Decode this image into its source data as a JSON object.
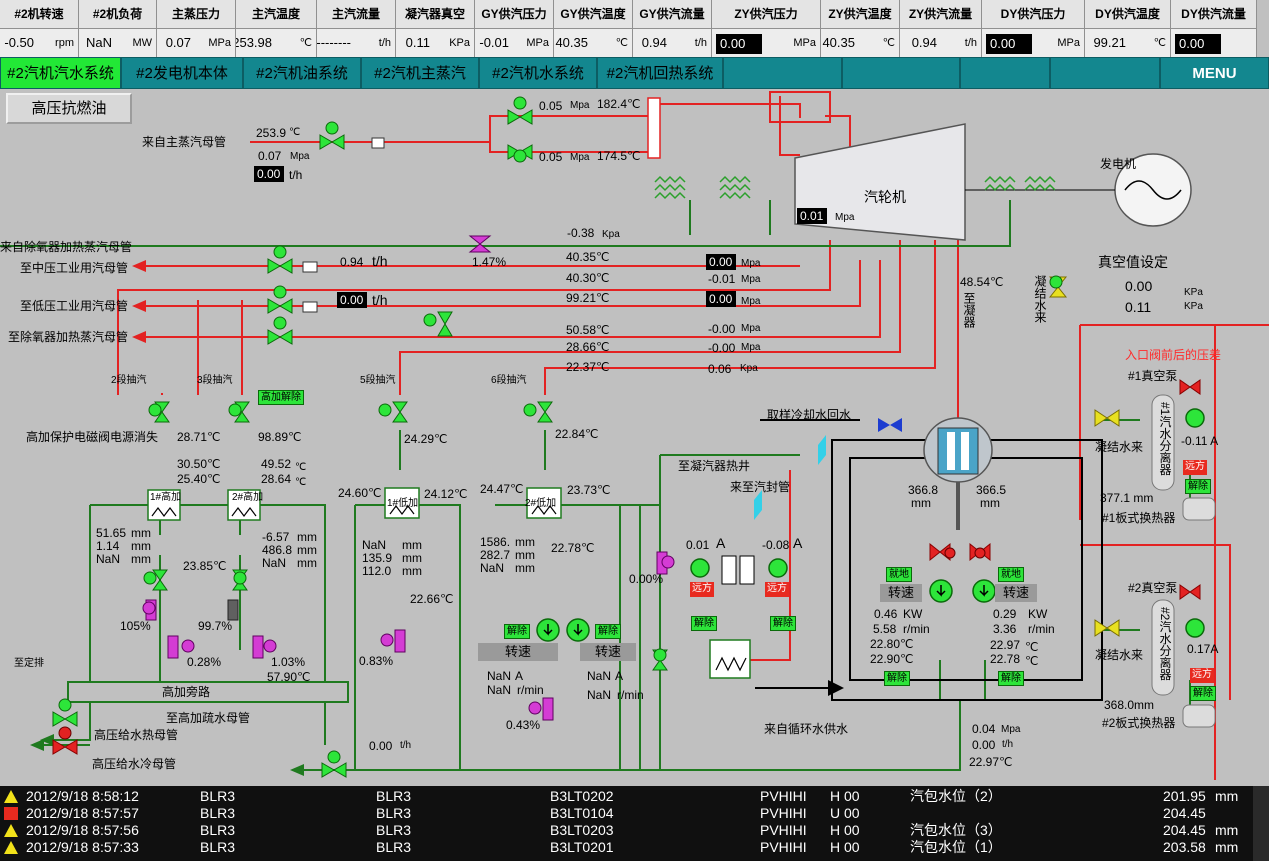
{
  "header": {
    "cols": [
      {
        "label": "#2机转速",
        "value": "-0.50",
        "unit": "rpm",
        "boxed": false
      },
      {
        "label": "#2机负荷",
        "value": "NaN",
        "unit": "MW",
        "boxed": false
      },
      {
        "label": "主蒸压力",
        "value": "0.07",
        "unit": "MPa",
        "boxed": false
      },
      {
        "label": "主汽温度",
        "value": "253.98",
        "unit": "℃",
        "boxed": false
      },
      {
        "label": "主汽流量",
        "value": "--------",
        "unit": "t/h",
        "boxed": false
      },
      {
        "label": "凝汽器真空",
        "value": "0.11",
        "unit": "KPa",
        "boxed": false
      },
      {
        "label": "GY供汽压力",
        "value": "-0.01",
        "unit": "MPa",
        "boxed": false
      },
      {
        "label": "GY供汽温度",
        "value": "40.35",
        "unit": "℃",
        "boxed": false
      },
      {
        "label": "GY供汽流量",
        "value": "0.94",
        "unit": "t/h",
        "boxed": false
      },
      {
        "label": "ZY供汽压力",
        "value": "0.00",
        "unit": "MPa",
        "boxed": true
      },
      {
        "label": "ZY供汽温度",
        "value": "40.35",
        "unit": "℃",
        "boxed": false
      },
      {
        "label": "ZY供汽流量",
        "value": "0.94",
        "unit": "t/h",
        "boxed": false
      },
      {
        "label": "DY供汽压力",
        "value": "0.00",
        "unit": "MPa",
        "boxed": true
      },
      {
        "label": "DY供汽温度",
        "value": "99.21",
        "unit": "℃",
        "boxed": false
      },
      {
        "label": "DY供汽流量",
        "value": "0.00",
        "unit": "",
        "boxed": true
      }
    ]
  },
  "nav": {
    "tabs": [
      "#2汽机汽水系统",
      "#2发电机本体",
      "#2汽机油系统",
      "#2汽机主蒸汽",
      "#2汽机水系统",
      "#2汽机回热系统",
      "",
      "",
      "",
      ""
    ],
    "menu": "MENU"
  },
  "controls": {
    "hp_fuel_button": "高压抗燃油"
  },
  "diagram": {
    "labels": {
      "main_steam_header": "来自主蒸汽母管",
      "turbine": "汽轮机",
      "generator": "发电机",
      "deaerator_heating_in": "来自除氧器加热蒸汽母管",
      "to_mid_pressure": "至中压工业用汽母管",
      "to_low_pressure": "至低压工业用汽母管",
      "to_deaerator": "至除氧器加热蒸汽母管",
      "ext2": "2段抽汽",
      "ext3": "3段抽汽",
      "ext5": "5段抽汽",
      "ext6": "6段抽汽",
      "hp_valve_power_lost": "高加保护电磁阀电源消失",
      "hp_heater1": "1#高加",
      "hp_heater2": "2#高加",
      "lp_heater1": "1#低加",
      "lp_heater2": "2#低加",
      "to_fixed_drain": "至定排",
      "hp_bypass": "高加旁路",
      "to_hp_drain_header": "至高加疏水母管",
      "hp_feedwater_hot": "高压给水热母管",
      "hp_feedwater_cold": "高压给水冷母管",
      "vacuum_setpoint": "真空值设定",
      "condensate_in": "凝结水来",
      "to_condenser_vert": "至凝器",
      "cooling_return": "取样冷却水回水",
      "to_condenser_well": "至凝汽器热井",
      "to_gland_seal": "来至汽封管",
      "circ_water_supply": "来自循环水供水",
      "pressure_diff_inlet": "入口阀前后的压差",
      "vac_pump1": "#1真空泵",
      "vac_pump2": "#2真空泵",
      "plate_hx1": "#1板式换热器",
      "plate_hx2": "#2板式换热器",
      "separator1": "#1汽水分离器",
      "separator2": "#2汽水分离器",
      "speed": "转速",
      "local": "就地",
      "release": "解除",
      "remote": "远方",
      "hp_release": "高加解除"
    },
    "values": {
      "ms_temp": "253.9",
      "ms_temp_unit": "℃",
      "ms_press": "0.07",
      "ms_press_unit": "Mpa",
      "ms_flow": "0.00",
      "ms_flow_unit": "t/h",
      "v1_press": "0.05",
      "v1_press_unit": "Mpa",
      "v1_temp": "182.4℃",
      "v2_press": "0.05",
      "v2_press_unit": "Mpa",
      "v2_temp": "174.5℃",
      "turbine_press": "0.01",
      "turbine_press_unit": "Mpa",
      "deaer_heat_kpa": "-0.38",
      "deaer_heat_kpa_unit": "Kpa",
      "deaer_valve_pct": "1.47%",
      "mid_flow": "0.94",
      "mid_flow_unit": "t/h",
      "low_flow": "0.00",
      "low_flow_unit": "t/h",
      "r1_temp": "40.35℃",
      "r1_press": "0.00",
      "r1_unit": "Mpa",
      "r2_temp": "40.30℃",
      "r2_press": "-0.01",
      "r2_unit": "Mpa",
      "r3_temp": "99.21℃",
      "r3_press": "0.00",
      "r3_unit": "Mpa",
      "r4_temp": "50.58℃",
      "r4_press": "-0.00",
      "r4_unit": "Mpa",
      "r5_temp": "28.66℃",
      "r5_press": "-0.00",
      "r5_unit": "Mpa",
      "r6_temp": "22.37℃",
      "r6_press": "0.06",
      "r6_unit": "Kpa",
      "cond_temp": "48.54℃",
      "vac_set1": "0.00",
      "vac_set2": "0.11",
      "vac_unit": "KPa",
      "hp1_t_in": "28.71℃",
      "hp1_t1": "30.50℃",
      "hp1_t2": "25.40℃",
      "hp2_t_in": "98.89℃",
      "hp2_t1": "49.52",
      "hp2_t2": "28.64",
      "deg": "℃",
      "hp1_lvl": [
        "51.65",
        "1.14",
        "NaN"
      ],
      "hp2_lvl": [
        "-6.57",
        "486.8",
        "NaN"
      ],
      "mm": "mm",
      "hp_t_mid": "23.85℃",
      "hp_v1_pct": "105%",
      "hp_v2_pct": "99.7%",
      "hp_v3_pct": "0.28%",
      "hp_v4_pct": "1.03%",
      "hp_bottom_t": "57.90℃",
      "lp1_t_in": "24.29℃",
      "lp1_t_l": "24.60℃",
      "lp1_t_r": "24.12℃",
      "lp1_lvl": [
        "NaN",
        "135.9",
        "112.0"
      ],
      "lp1_t_out": "22.66℃",
      "lp1_v_pct": "0.83%",
      "lp2_t_in": "22.84℃",
      "lp2_t_l": "24.47℃",
      "lp2_t_r": "23.73℃",
      "lp2_lvl": [
        "1586.",
        "282.7",
        "NaN"
      ],
      "lp2_t_out": "22.78℃",
      "pump_a": "NaN",
      "pump_a_unit": "A",
      "pump_r": "NaN",
      "pump_r_unit": "r/min",
      "lp_v_pct": "0.43%",
      "flow_bottom": "0.00",
      "flow_bottom_unit": "t/h",
      "left_v_pct": "0.00%",
      "seal_a1": "0.01",
      "seal_a2": "-0.08",
      "a_unit": "A",
      "cond_lvl1": "366.8",
      "cond_lvl2": "366.5",
      "cp1_kw": "0.46",
      "cp1_rpm": "5.58",
      "cp1_t1": "22.80℃",
      "cp1_t2": "22.90℃",
      "cp2_kw": "0.29",
      "cp2_rpm": "3.36",
      "cp2_t1": "22.97",
      "cp2_t2": "22.78",
      "kw": "KW",
      "rmin": "r/min",
      "bottom_press": "0.04",
      "bottom_press_unit": "Mpa",
      "bottom_flow": "0.00",
      "bottom_flow_unit": "t/h",
      "bottom_temp": "22.97℃",
      "vp1_a": "-0.11 A",
      "vp2_a": "0.17A",
      "hx1_lvl": "377.1 mm",
      "hx2_lvl": "368.0mm"
    }
  },
  "alarms": [
    {
      "type": "warn",
      "time": "2012/9/18 8:58:12",
      "c1": "BLR3",
      "c2": "BLR3",
      "tag": "B3LT0202",
      "cond": "PVHIHI",
      "lvl": "H 00",
      "desc": "汽包水位（2）",
      "value": "201.95",
      "unit": "mm"
    },
    {
      "type": "err",
      "time": "2012/9/18 8:57:57",
      "c1": "BLR3",
      "c2": "BLR3",
      "tag": "B3LT0104",
      "cond": "PVHIHI",
      "lvl": "U 00",
      "desc": "",
      "value": "204.45",
      "unit": ""
    },
    {
      "type": "warn",
      "time": "2012/9/18 8:57:56",
      "c1": "BLR3",
      "c2": "BLR3",
      "tag": "B3LT0203",
      "cond": "PVHIHI",
      "lvl": "H 00",
      "desc": "汽包水位（3）",
      "value": "204.45",
      "unit": "mm"
    },
    {
      "type": "warn",
      "time": "2012/9/18 8:57:33",
      "c1": "BLR3",
      "c2": "BLR3",
      "tag": "B3LT0201",
      "cond": "PVHIHI",
      "lvl": "H 00",
      "desc": "汽包水位（1）",
      "value": "203.58",
      "unit": "mm"
    }
  ],
  "colors": {
    "steam": "#e32222",
    "water": "#1f7a1f",
    "nav": "#13878f",
    "nav_active": "#22e836",
    "valve_green": "#2de53a",
    "valve_red": "#e32222",
    "valve_magenta": "#d43cd4"
  }
}
